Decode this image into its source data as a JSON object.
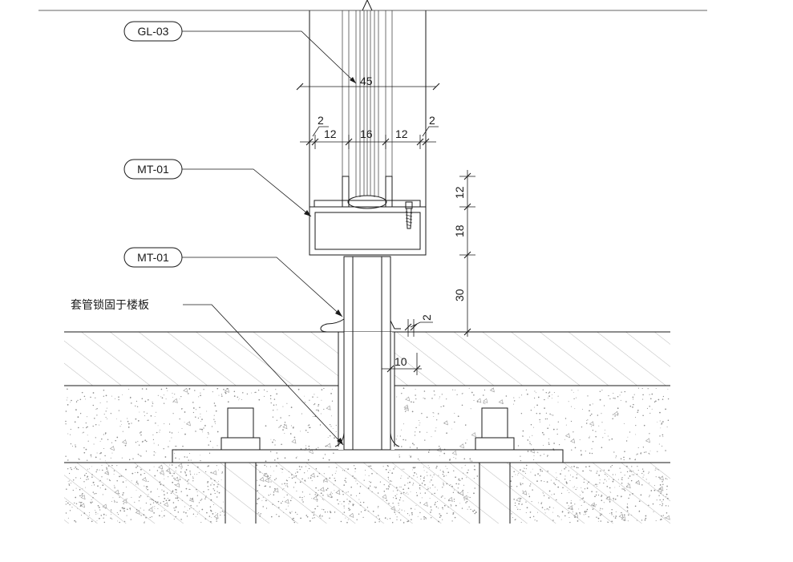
{
  "labels": {
    "glass": "GL-03",
    "metal_top": "MT-01",
    "metal_post": "MT-01",
    "sleeve_note": "套管锁固于楼板"
  },
  "dimensions": {
    "total_width": "45",
    "edge_left": "2",
    "frame_left": "12",
    "glass": "16",
    "frame_right": "12",
    "edge_right": "2",
    "channel_h": "12",
    "tube_h": "18",
    "post_h": "30",
    "wall_thk": "2",
    "embed_off": "10"
  },
  "colors": {
    "line": "#1a1a1a",
    "hatch": "#9a9a9a",
    "stipple": "#8c8c8c"
  }
}
